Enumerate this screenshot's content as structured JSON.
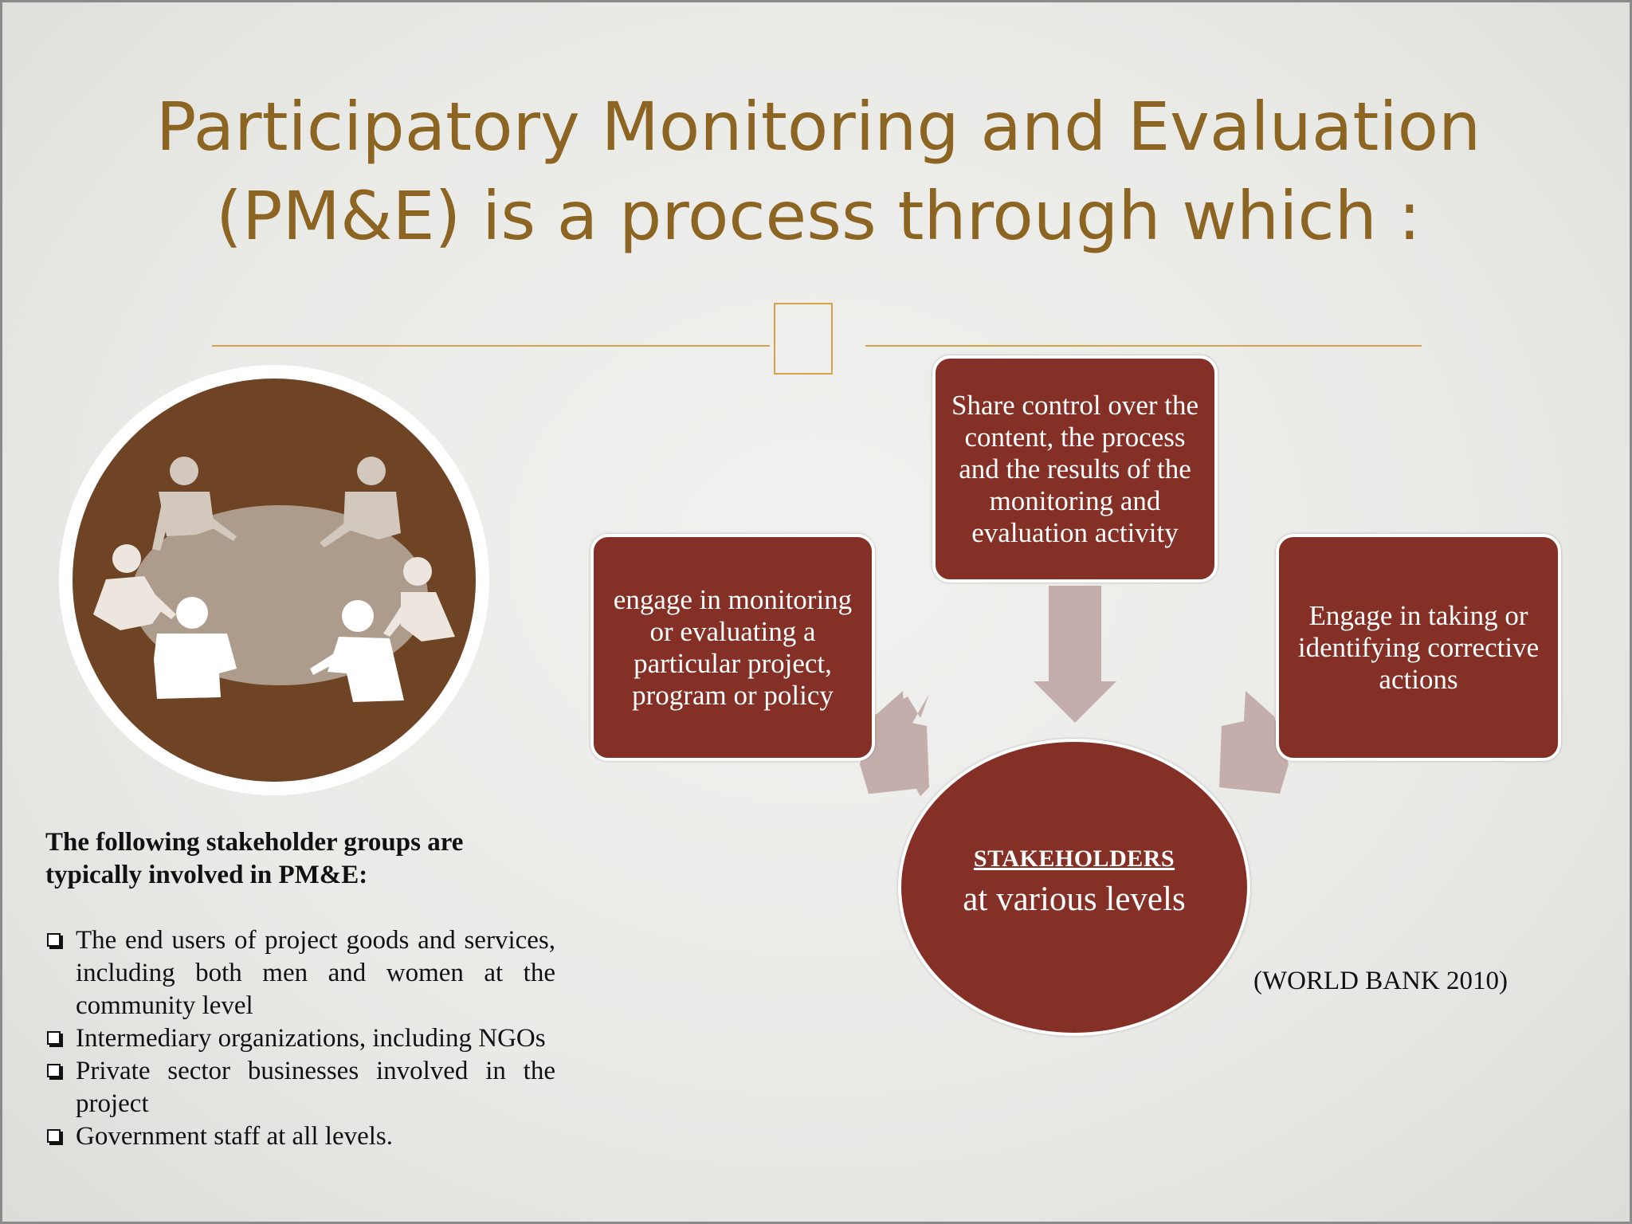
{
  "title": {
    "line1": "Participatory Monitoring and Evaluation",
    "line2": "(PM&E) is a process through which :"
  },
  "icons": {
    "meeting": "round-table-meeting-icon"
  },
  "stakeholders": {
    "heading": "The following stakeholder groups are typically involved in PM&E:",
    "items": [
      "The end users of project goods and services, including both men and women at the community level",
      "Intermediary organizations, including NGOs",
      "Private sector businesses involved in the project",
      "Government staff at all levels."
    ]
  },
  "diagram": {
    "top_box": "Share control over the content, the process and the results of the monitoring and evaluation activity",
    "left_box": "engage in monitoring or evaluating a particular project, program or policy",
    "right_box": "Engage in taking or identifying corrective actions",
    "center_heading": "STAKEHOLDERS",
    "center_sub": "at various levels"
  },
  "citation": "(WORLD BANK 2010)",
  "colors": {
    "title": "#8c6523",
    "accent_line": "#d9a24a",
    "box_fill": "#853026",
    "arrow_fill": "#c4aeac",
    "icon_circle": "#6e4424"
  }
}
